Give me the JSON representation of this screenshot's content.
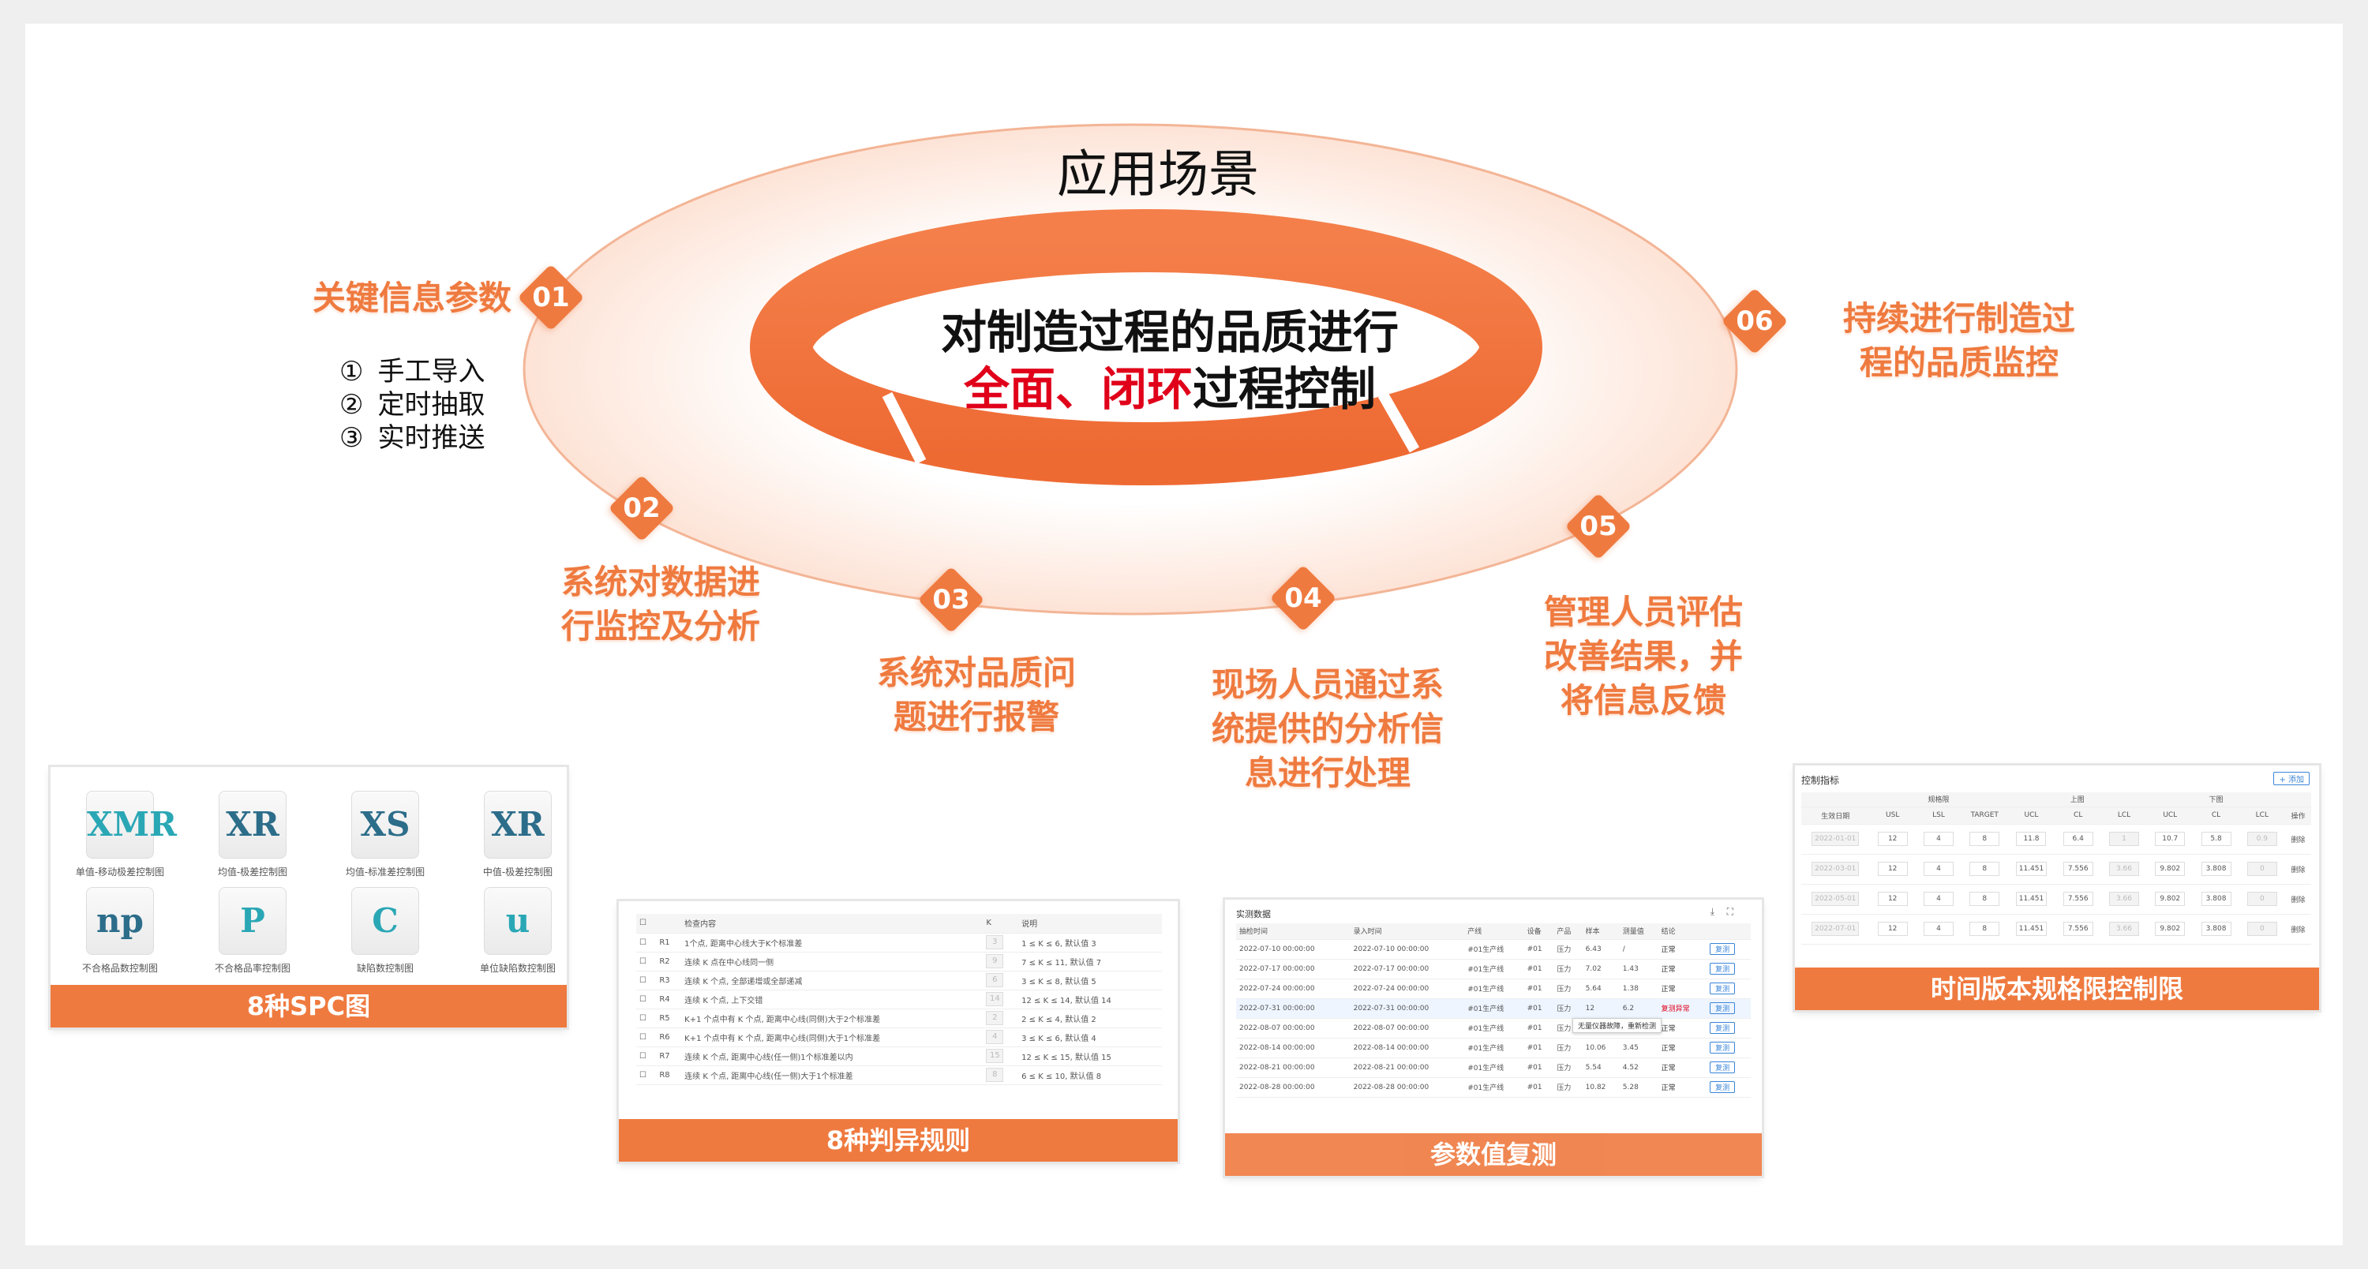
{
  "title": "应用场景",
  "center": {
    "line1": "对制造过程的品质进行",
    "line2_red": "全面、闭环",
    "line2_rest": "过程控制"
  },
  "accent_color": "#ef7a3f",
  "steps": [
    {
      "num": "01",
      "lines": [
        "关键信息参数"
      ]
    },
    {
      "num": "02",
      "lines": [
        "系统对数据进",
        "行监控及分析"
      ]
    },
    {
      "num": "03",
      "lines": [
        "系统对品质问",
        "题进行报警"
      ]
    },
    {
      "num": "04",
      "lines": [
        "现场人员通过系",
        "统提供的分析信",
        "息进行处理"
      ]
    },
    {
      "num": "05",
      "lines": [
        "管理人员评估",
        "改善结果，并",
        "将信息反馈"
      ]
    },
    {
      "num": "06",
      "lines": [
        "持续进行制造过",
        "程的品质监控"
      ]
    }
  ],
  "import_methods": [
    {
      "mark": "①",
      "label": "手工导入"
    },
    {
      "mark": "②",
      "label": "定时抽取"
    },
    {
      "mark": "③",
      "label": "实时推送"
    }
  ],
  "spc_card": {
    "banner": "8种SPC图",
    "charts": [
      {
        "symbol": "XMR",
        "label": "单值-移动极差控制图",
        "icon": "xmr-icon"
      },
      {
        "symbol": "XR",
        "label": "均值-极差控制图",
        "icon": "xbar-r-icon"
      },
      {
        "symbol": "XS",
        "label": "均值-标准差控制图",
        "icon": "xbar-s-icon"
      },
      {
        "symbol": "XR",
        "label": "中值-极差控制图",
        "icon": "median-r-icon"
      },
      {
        "symbol": "np",
        "label": "不合格品数控制图",
        "icon": "np-icon"
      },
      {
        "symbol": "P",
        "label": "不合格品率控制图",
        "icon": "p-icon"
      },
      {
        "symbol": "C",
        "label": "缺陷数控制图",
        "icon": "c-icon"
      },
      {
        "symbol": "u",
        "label": "单位缺陷数控制图",
        "icon": "u-icon"
      }
    ]
  },
  "rules_card": {
    "banner": "8种判异规则",
    "headers": [
      "检查内容",
      "K",
      "说明"
    ],
    "rows": [
      [
        "R1",
        "1个点, 距离中心线大于K个标准差",
        "3",
        "1 ≤ K ≤ 6, 默认值 3"
      ],
      [
        "R2",
        "连续 K 点在中心线同一侧",
        "9",
        "7 ≤ K ≤ 11, 默认值 7"
      ],
      [
        "R3",
        "连续 K 个点, 全部递增或全部递减",
        "6",
        "3 ≤ K ≤ 8, 默认值 5"
      ],
      [
        "R4",
        "连续 K 个点, 上下交错",
        "14",
        "12 ≤ K ≤ 14, 默认值 14"
      ],
      [
        "R5",
        "K+1 个点中有 K 个点, 距离中心线(同侧)大于2个标准差",
        "2",
        "2 ≤ K ≤ 4, 默认值 2"
      ],
      [
        "R6",
        "K+1 个点中有 K 个点, 距离中心线(同侧)大于1个标准差",
        "4",
        "3 ≤ K ≤ 6, 默认值 4"
      ],
      [
        "R7",
        "连续 K 个点, 距离中心线(任一侧)1个标准差以内",
        "15",
        "12 ≤ K ≤ 15, 默认值 15"
      ],
      [
        "R8",
        "连续 K 个点, 距离中心线(任一侧)大于1个标准差",
        "8",
        "6 ≤ K ≤ 10, 默认值 8"
      ]
    ]
  },
  "recheck_card": {
    "banner": "参数值复测",
    "panel_title": "实测数据",
    "headers": [
      "抽检时间",
      "录入时间",
      "产线",
      "设备",
      "产品",
      "样本",
      "测量值",
      "结论",
      ""
    ],
    "rows": [
      [
        "2022-07-10 00:00:00",
        "2022-07-10 00:00:00",
        "#01生产线",
        "#01",
        "压力",
        "6.43",
        "/",
        "正常",
        "复测"
      ],
      [
        "2022-07-17 00:00:00",
        "2022-07-17 00:00:00",
        "#01生产线",
        "#01",
        "压力",
        "7.02",
        "1.43",
        "正常",
        "复测"
      ],
      [
        "2022-07-24 00:00:00",
        "2022-07-24 00:00:00",
        "#01生产线",
        "#01",
        "压力",
        "5.64",
        "1.38",
        "正常",
        "复测"
      ],
      [
        "2022-07-31 00:00:00",
        "2022-07-31 00:00:00",
        "#01生产线",
        "#01",
        "压力",
        "12",
        "6.2",
        "复测异常",
        "复测"
      ],
      [
        "2022-08-07 00:00:00",
        "2022-08-07 00:00:00",
        "#01生产线",
        "#01",
        "压力",
        "6.61",
        "0.07",
        "正常",
        "复测"
      ],
      [
        "2022-08-14 00:00:00",
        "2022-08-14 00:00:00",
        "#01生产线",
        "#01",
        "压力",
        "10.06",
        "3.45",
        "正常",
        "复测"
      ],
      [
        "2022-08-21 00:00:00",
        "2022-08-21 00:00:00",
        "#01生产线",
        "#01",
        "压力",
        "5.54",
        "4.52",
        "正常",
        "复测"
      ],
      [
        "2022-08-28 00:00:00",
        "2022-08-28 00:00:00",
        "#01生产线",
        "#01",
        "压力",
        "10.82",
        "5.28",
        "正常",
        "复测"
      ]
    ],
    "tooltip": "无量仪器故障，重新检测"
  },
  "spec_card": {
    "banner": "时间版本规格限控制限",
    "panel_title": "控制指标",
    "add_label": "+ 添加",
    "group_headers": [
      "规格限",
      "上图",
      "下图"
    ],
    "headers": [
      "生效日期",
      "USL",
      "LSL",
      "TARGET",
      "UCL",
      "CL",
      "LCL",
      "UCL",
      "CL",
      "LCL",
      "操作"
    ],
    "rows": [
      [
        "2022-01-01",
        "12",
        "4",
        "8",
        "11.8",
        "6.4",
        "1",
        "10.7",
        "5.8",
        "0.9",
        "删除"
      ],
      [
        "2022-03-01",
        "12",
        "4",
        "8",
        "11.451",
        "7.556",
        "3.66",
        "9.802",
        "3.808",
        "0",
        "删除"
      ],
      [
        "2022-05-01",
        "12",
        "4",
        "8",
        "11.451",
        "7.556",
        "3.66",
        "9.802",
        "3.808",
        "0",
        "删除"
      ],
      [
        "2022-07-01",
        "12",
        "4",
        "8",
        "11.451",
        "7.556",
        "3.66",
        "9.802",
        "3.808",
        "0",
        "删除"
      ]
    ]
  }
}
